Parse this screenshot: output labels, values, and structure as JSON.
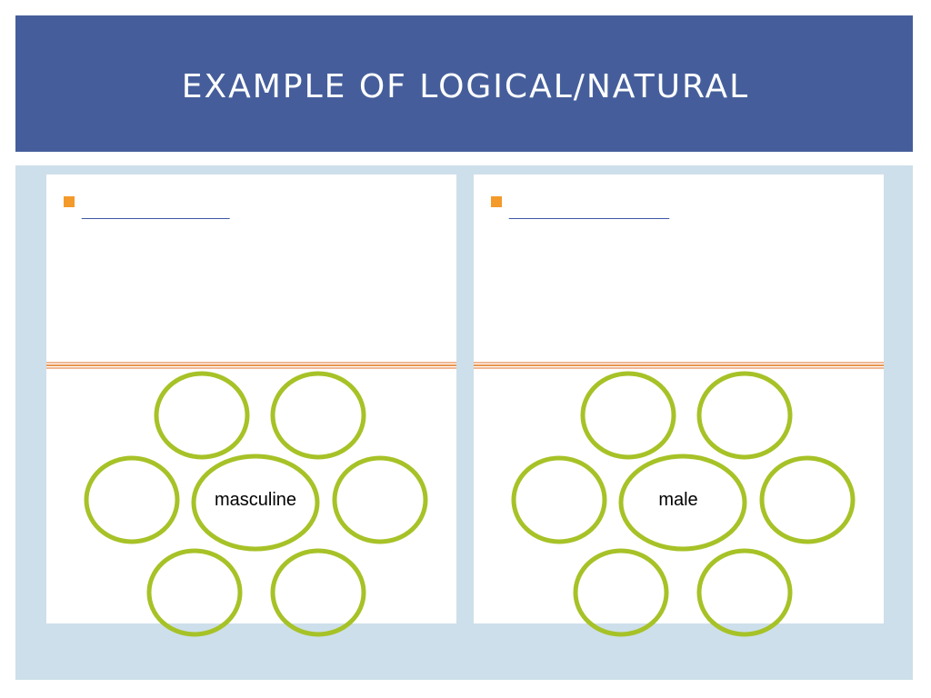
{
  "slide": {
    "title": "EXAMPLE OF LOGICAL/NATURAL"
  },
  "panels": [
    {
      "blank": "____________",
      "center_word": "masculine"
    },
    {
      "blank": "_____________",
      "center_word": "male"
    }
  ],
  "colors": {
    "title_bar": "#455e9b",
    "background": "#cddfea",
    "bullet": "#f39a2b",
    "blank_line": "#3a55a4",
    "circle_outline": "#a6c227"
  }
}
